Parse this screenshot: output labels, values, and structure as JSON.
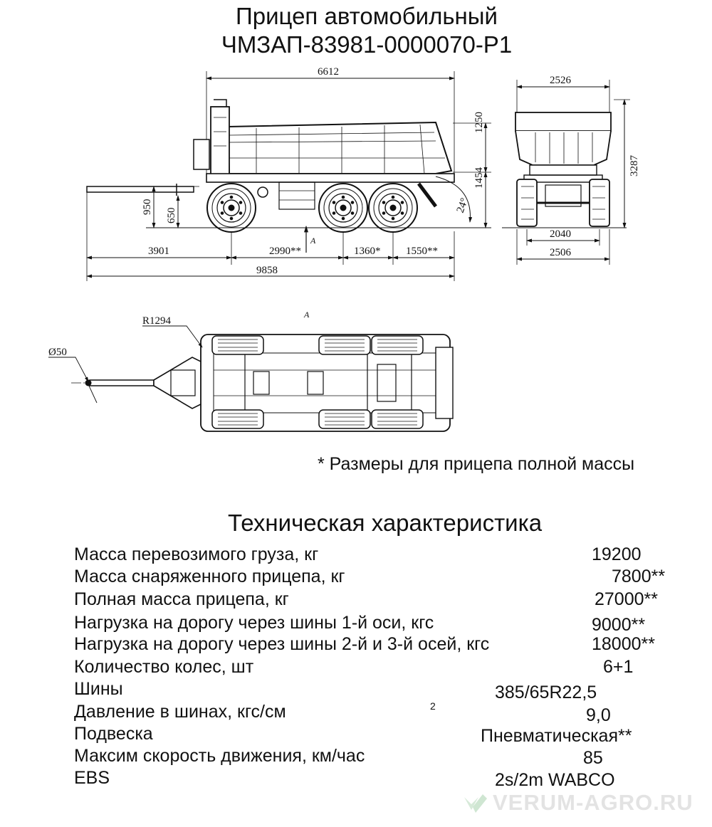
{
  "title": {
    "line1": "Прицеп автомобильный",
    "line2": "ЧМЗАП-83981-0000070-Р1"
  },
  "side_view": {
    "dim_overall_length_body": "6612",
    "dim_body_height": "1250",
    "dim_frame_height": "1454",
    "dim_drawbar_height": "950",
    "dim_coupling_height": "650",
    "dim_tip_angle": "24°",
    "dim_drawbar_length": "3901",
    "dim_wheelbase_1": "2990**",
    "dim_wheelbase_2": "1360*",
    "dim_rear_overhang": "1550**",
    "dim_total_length": "9858",
    "view_marker": "A"
  },
  "rear_view": {
    "dim_width_top": "2526",
    "dim_total_height": "3287",
    "dim_track": "2040",
    "dim_width_bottom": "2506"
  },
  "top_view": {
    "view_label": "A",
    "dim_turn_radius": "R1294",
    "dim_eye_diameter": "Ø50"
  },
  "note": "* Размеры для прицепа полной массы",
  "specs": {
    "title": "Техническая характеристика",
    "rows": [
      {
        "label": "Масса перевозимого груза, кг",
        "value": "19200"
      },
      {
        "label": "Масса снаряженного прицепа, кг",
        "value": "7800**"
      },
      {
        "label": "Полная масса  прицепа, кг",
        "value": "27000**"
      },
      {
        "label": "Нагрузка на дорогу через шины 1-й оси, кгс",
        "value": "9000**"
      },
      {
        "label": "Нагрузка на дорогу через шины 2-й и 3-й осей, кгс",
        "value": "18000**"
      },
      {
        "label": "Количество колес, шт",
        "value": "6+1"
      },
      {
        "label": "Шины",
        "value": "385/65R22,5"
      },
      {
        "label": "Давление в шинах, кгс/см",
        "value": "9,0",
        "superscript": "2"
      },
      {
        "label": "Подвеска",
        "value": "Пневматическая**"
      },
      {
        "label": "Максим скорость движения, км/час",
        "value": "85"
      },
      {
        "label": "EBS",
        "value": "2s/2m WABCO"
      }
    ]
  },
  "watermark": "VERUM-AGRO.RU",
  "colors": {
    "line": "#111111",
    "watermark": "#e3e3e3"
  }
}
